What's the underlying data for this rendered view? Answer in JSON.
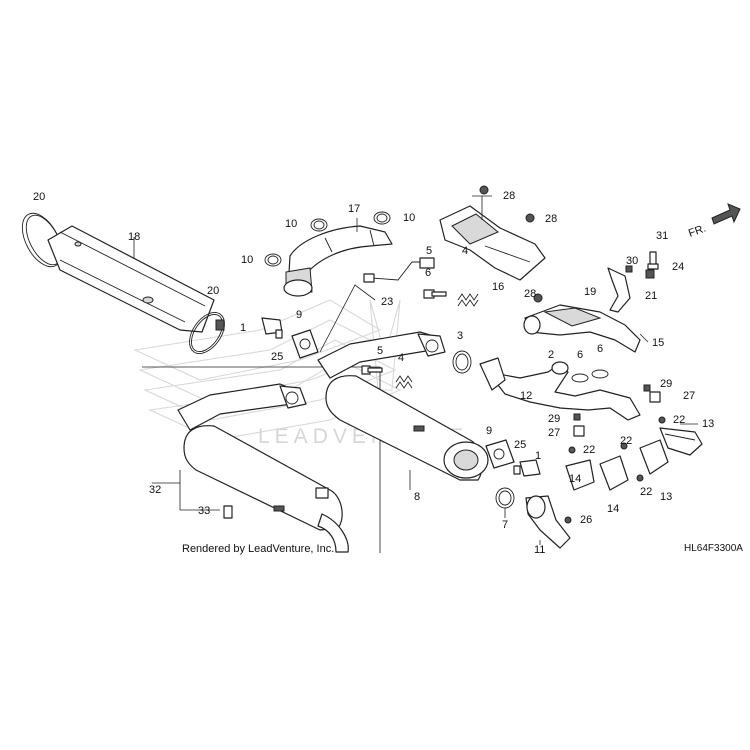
{
  "diagram": {
    "watermark": "LEADVENTURE",
    "direction_label": "FR.",
    "footer_text": "Rendered by LeadVenture, Inc.",
    "reference_code": "HL64F3300A",
    "callouts": [
      {
        "id": "c20a",
        "label": "20"
      },
      {
        "id": "c18",
        "label": "18"
      },
      {
        "id": "c20b",
        "label": "20"
      },
      {
        "id": "c10a",
        "label": "10"
      },
      {
        "id": "c17",
        "label": "17"
      },
      {
        "id": "c10b",
        "label": "10"
      },
      {
        "id": "c10c",
        "label": "10"
      },
      {
        "id": "c28a",
        "label": "28"
      },
      {
        "id": "c28b",
        "label": "28"
      },
      {
        "id": "c16",
        "label": "16"
      },
      {
        "id": "c23",
        "label": "23"
      },
      {
        "id": "c6a",
        "label": "6"
      },
      {
        "id": "c5a",
        "label": "5"
      },
      {
        "id": "c4a",
        "label": "4"
      },
      {
        "id": "c28c",
        "label": "28"
      },
      {
        "id": "c9a",
        "label": "9"
      },
      {
        "id": "c1a",
        "label": "1"
      },
      {
        "id": "c25a",
        "label": "25"
      },
      {
        "id": "c3",
        "label": "3"
      },
      {
        "id": "c5b",
        "label": "5"
      },
      {
        "id": "c4b",
        "label": "4"
      },
      {
        "id": "c2",
        "label": "2"
      },
      {
        "id": "c6b",
        "label": "6"
      },
      {
        "id": "c6c",
        "label": "6"
      },
      {
        "id": "c31",
        "label": "31"
      },
      {
        "id": "c30",
        "label": "30"
      },
      {
        "id": "c24",
        "label": "24"
      },
      {
        "id": "c19",
        "label": "19"
      },
      {
        "id": "c21",
        "label": "21"
      },
      {
        "id": "c15",
        "label": "15"
      },
      {
        "id": "c29a",
        "label": "29"
      },
      {
        "id": "c27a",
        "label": "27"
      },
      {
        "id": "c12",
        "label": "12"
      },
      {
        "id": "c29b",
        "label": "29"
      },
      {
        "id": "c27b",
        "label": "27"
      },
      {
        "id": "c22a",
        "label": "22"
      },
      {
        "id": "c22b",
        "label": "22"
      },
      {
        "id": "c22c",
        "label": "22"
      },
      {
        "id": "c13a",
        "label": "13"
      },
      {
        "id": "c9b",
        "label": "9"
      },
      {
        "id": "c25b",
        "label": "25"
      },
      {
        "id": "c1b",
        "label": "1"
      },
      {
        "id": "c14a",
        "label": "14"
      },
      {
        "id": "c14b",
        "label": "14"
      },
      {
        "id": "c22d",
        "label": "22"
      },
      {
        "id": "c13b",
        "label": "13"
      },
      {
        "id": "c32",
        "label": "32"
      },
      {
        "id": "c33",
        "label": "33"
      },
      {
        "id": "c8",
        "label": "8"
      },
      {
        "id": "c7",
        "label": "7"
      },
      {
        "id": "c26",
        "label": "26"
      },
      {
        "id": "c11",
        "label": "11"
      }
    ]
  }
}
